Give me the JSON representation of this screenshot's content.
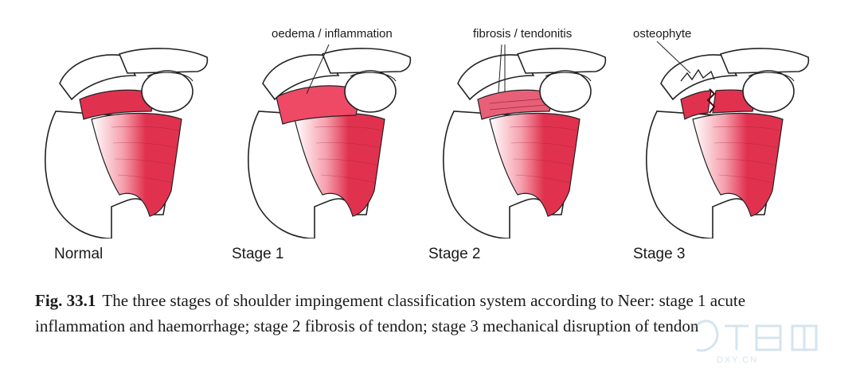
{
  "panels": [
    {
      "label": "Normal",
      "annotation": ""
    },
    {
      "label": "Stage 1",
      "annotation": "oedema / inflammation"
    },
    {
      "label": "Stage 2",
      "annotation": "fibrosis / tendonitis"
    },
    {
      "label": "Stage 3",
      "annotation": "osteophyte"
    }
  ],
  "caption": {
    "fig_number": "Fig. 33.1",
    "text": "The three stages of shoulder impingement classification system according to Neer: stage 1 acute inflammation and haemorrhage; stage 2 fibrosis of tendon; stage 3 mechanical disruption of tendon"
  },
  "watermark": {
    "text": "DXY.CN"
  },
  "colors": {
    "muscle": "#e0324f",
    "tendon": "#f07a8a",
    "line": "#222222",
    "bone_fill": "#ffffff"
  }
}
